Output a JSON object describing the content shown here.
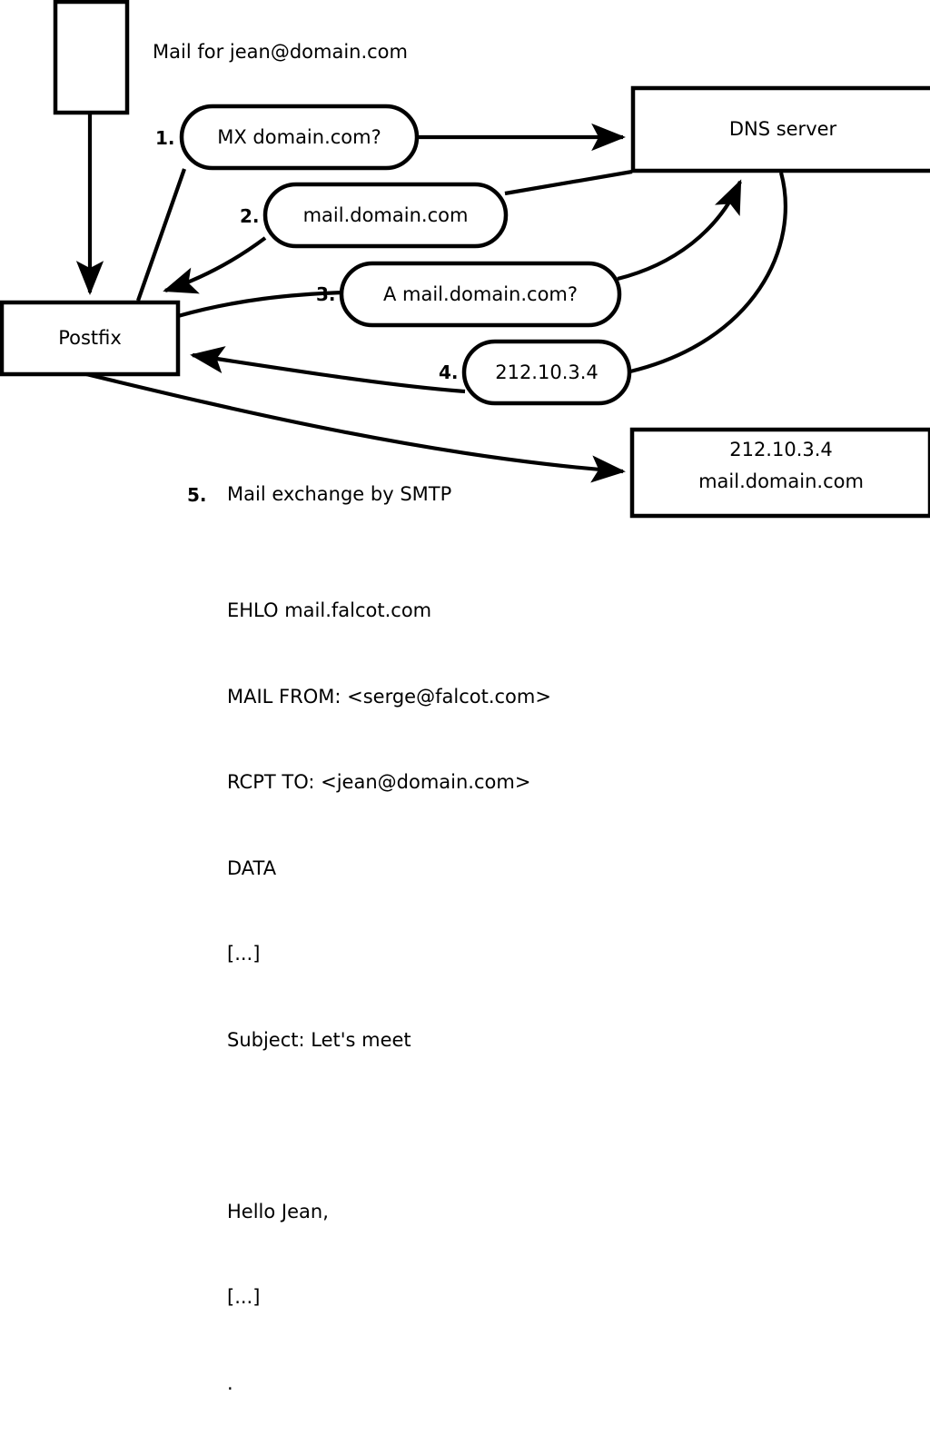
{
  "diagram": {
    "title_text": "Mail for jean@domain.com",
    "nodes": {
      "client_box": {
        "label": ""
      },
      "postfix_box": {
        "label": "Postfix"
      },
      "dns_box": {
        "label": "DNS server"
      },
      "target_box": {
        "line1": "212.10.3.4",
        "line2": "mail.domain.com"
      }
    },
    "steps": [
      {
        "num": "1.",
        "label": "MX domain.com?"
      },
      {
        "num": "2.",
        "label": "mail.domain.com"
      },
      {
        "num": "3.",
        "label": "A mail.domain.com?"
      },
      {
        "num": "4.",
        "label": "212.10.3.4"
      }
    ],
    "step5": {
      "num": "5.",
      "label": "Mail exchange by SMTP"
    },
    "smtp_transcript": [
      "EHLO mail.falcot.com",
      "MAIL FROM: <serge@falcot.com>",
      "RCPT TO: <jean@domain.com>",
      "DATA",
      "[...]",
      "Subject: Let's meet",
      "",
      "Hello Jean,",
      "[...]",
      "."
    ],
    "colors": {
      "stroke": "#000000",
      "fill": "#ffffff",
      "text": "#000000"
    }
  }
}
